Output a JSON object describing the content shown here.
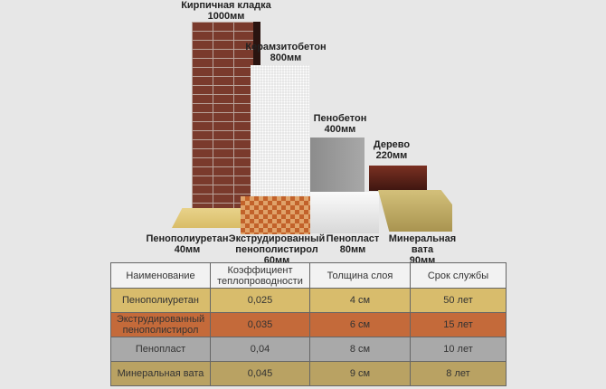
{
  "chart_data": {
    "type": "bar",
    "title": "",
    "walls": [
      {
        "name": "Кирпичная кладка",
        "thickness_label": "1000мм",
        "value": 1000
      },
      {
        "name": "Керамзитобетон",
        "thickness_label": "800мм",
        "value": 800
      },
      {
        "name": "Пенобетон",
        "thickness_label": "400мм",
        "value": 400
      },
      {
        "name": "Дерево",
        "thickness_label": "220мм",
        "value": 220
      }
    ],
    "insulation": [
      {
        "name": "Пенополиуретан",
        "thickness_label": "40мм",
        "value": 40
      },
      {
        "name": "Экструдированный пенополистирол",
        "thickness_label": "60мм",
        "value": 60
      },
      {
        "name": "Пенопласт",
        "thickness_label": "80мм",
        "value": 80
      },
      {
        "name": "Минеральная вата",
        "thickness_label": "90мм",
        "value": 90
      }
    ],
    "unit": "мм"
  },
  "table": {
    "headers": [
      "Наименование",
      "Коэффициент теплопроводности",
      "Толщина слоя",
      "Срок службы"
    ],
    "rows": [
      {
        "name": "Пенополиуретан",
        "coef": "0,025",
        "thickness": "4 см",
        "life": "50 лет",
        "color": "#d8bc6c"
      },
      {
        "name": "Экструдированный пенополистирол",
        "coef": "0,035",
        "thickness": "6 см",
        "life": "15 лет",
        "color": "#c46a3a"
      },
      {
        "name": "Пенопласт",
        "coef": "0,04",
        "thickness": "8 см",
        "life": "10 лет",
        "color": "#a9a9a9"
      },
      {
        "name": "Минеральная вата",
        "coef": "0,045",
        "thickness": "9 см",
        "life": "8 лет",
        "color": "#b9a263"
      }
    ]
  }
}
